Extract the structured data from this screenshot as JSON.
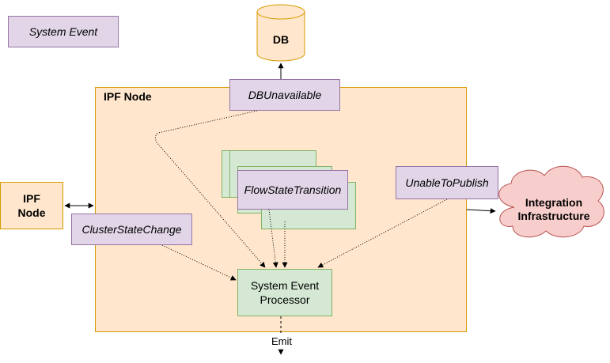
{
  "legend": {
    "label": "System Event"
  },
  "db": {
    "label": "DB"
  },
  "ipf_node_container": {
    "label": "IPF Node"
  },
  "ipf_node_external": {
    "label": "IPF\nNode"
  },
  "events": {
    "db_unavailable": "DBUnavailable",
    "flow_state_transition": "FlowStateTransition",
    "unable_to_publish": "UnableToPublish",
    "cluster_state_change": "ClusterStateChange"
  },
  "processor": {
    "label": "System Event\nProcessor"
  },
  "integration": {
    "label": "Integration\nInfrastructure"
  },
  "emit": {
    "label": "Emit"
  },
  "colors": {
    "purple_fill": "#e1d5e7",
    "purple_stroke": "#9673a6",
    "orange_fill": "#ffe6cc",
    "orange_stroke": "#d79b00",
    "green_fill": "#d5e8d4",
    "green_stroke": "#82b366",
    "cloud_fill": "#f8cecc",
    "cloud_stroke": "#b85450"
  }
}
